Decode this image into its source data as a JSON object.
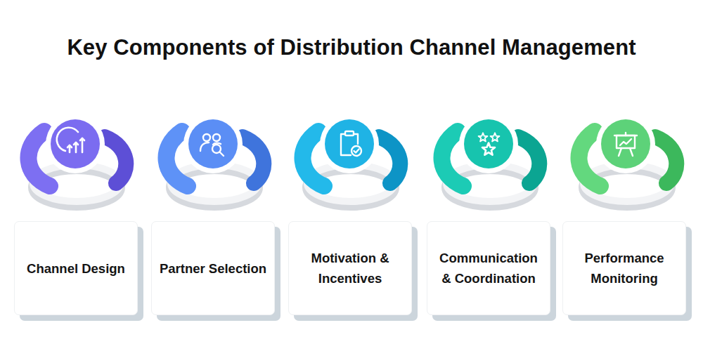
{
  "diagram": {
    "title": "Key Components of Distribution Channel Management",
    "nodes": [
      {
        "text": [
          "Channel Design"
        ]
      },
      {
        "text": [
          "Partner Selection"
        ]
      },
      {
        "text": [
          "Motivation & Incentives"
        ]
      },
      {
        "text": [
          "Communication & Coordination"
        ]
      },
      {
        "text": [
          "Performance Monitoring"
        ]
      }
    ]
  }
}
